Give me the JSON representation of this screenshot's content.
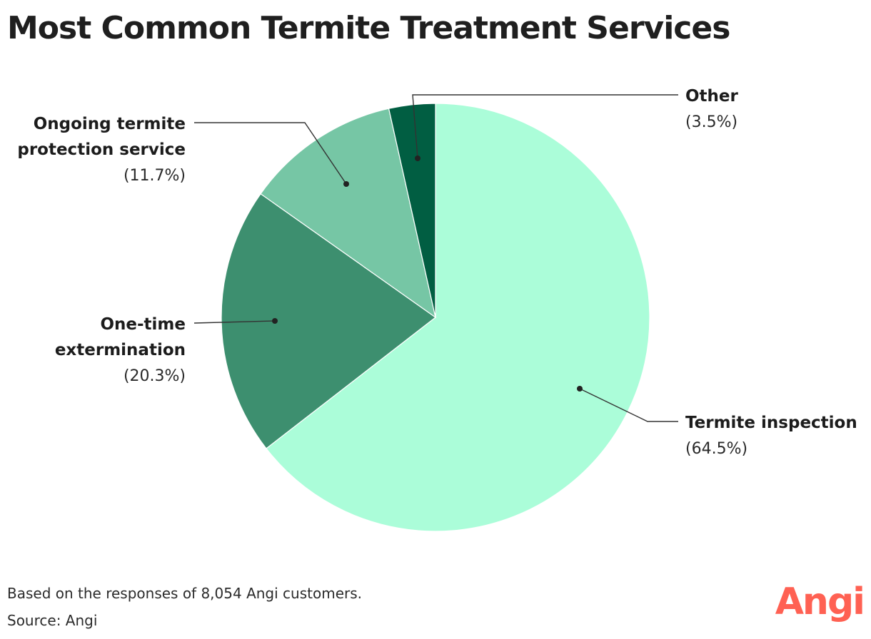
{
  "title": "Most Common Termite Treatment Services",
  "chart_data": {
    "type": "pie",
    "title": "Most Common Termite Treatment Services",
    "slices": [
      {
        "label_lines": [
          "Termite inspection"
        ],
        "value_label": "(64.5%)",
        "value": 64.5,
        "color": "#abfdd9"
      },
      {
        "label_lines": [
          "One-time",
          "extermination"
        ],
        "value_label": "(20.3%)",
        "value": 20.3,
        "color": "#3d8f6f"
      },
      {
        "label_lines": [
          "Ongoing termite",
          "protection service"
        ],
        "value_label": "(11.7%)",
        "value": 11.7,
        "color": "#76c6a5"
      },
      {
        "label_lines": [
          "Other"
        ],
        "value_label": "(3.5%)",
        "value": 3.5,
        "color": "#015e42"
      }
    ],
    "start": "12 o'clock",
    "direction": "clockwise"
  },
  "footnote": "Based on the responses of 8,054 Angi customers.",
  "source": "Source: Angi",
  "logo": {
    "text": "Angi",
    "color": "#ff6153"
  }
}
